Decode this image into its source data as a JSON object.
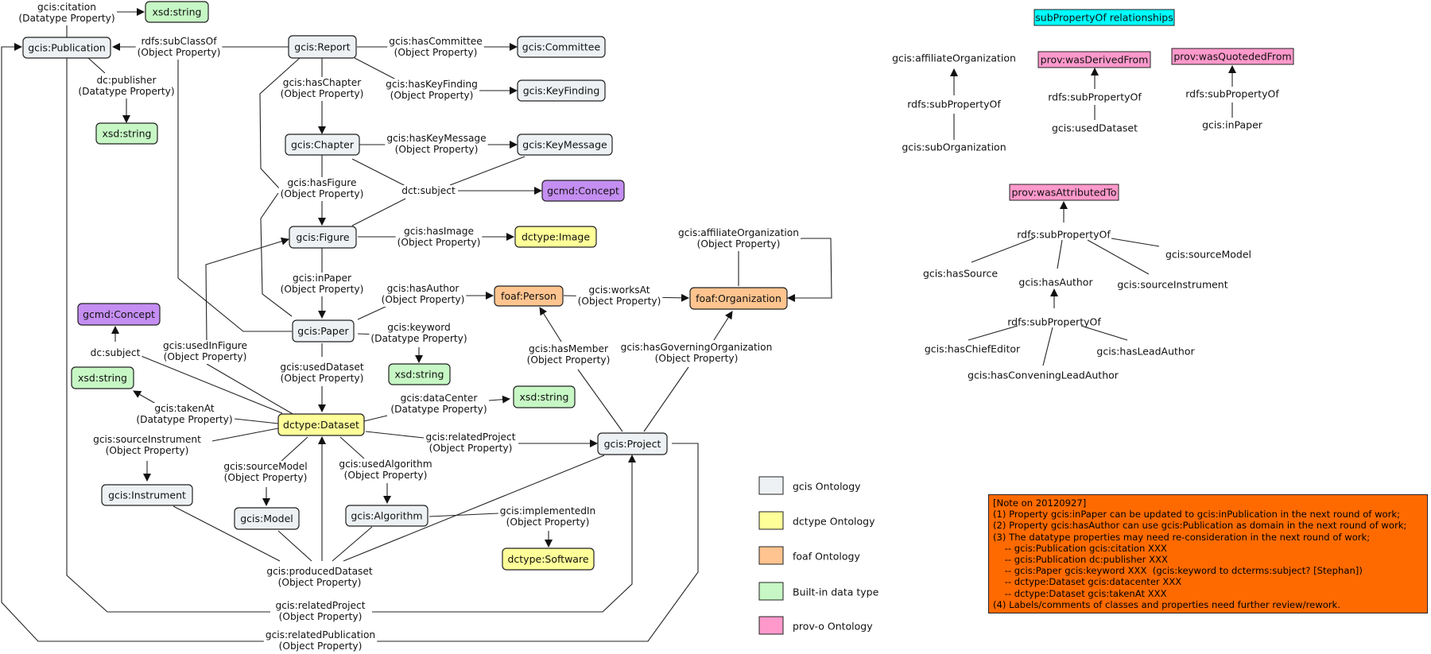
{
  "colors": {
    "gcis": "#edf1f3",
    "dctype": "#ffff99",
    "foaf": "#ffc48f",
    "builtin": "#c6f7c4",
    "prov": "#ff99cc",
    "gcmd": "#c58ef2",
    "header": "#00ffff",
    "note": "#ff6a00"
  },
  "nodes": {
    "xsd_string_top": "xsd:string",
    "publication": "gcis:Publication",
    "report": "gcis:Report",
    "committee": "gcis:Committee",
    "keyfinding": "gcis:KeyFinding",
    "xsd_string_pub": "xsd:string",
    "chapter": "gcis:Chapter",
    "keymessage": "gcis:KeyMessage",
    "gcmd_concept_main": "gcmd:Concept",
    "figure": "gcis:Figure",
    "image": "dctype:Image",
    "person": "foaf:Person",
    "organization": "foaf:Organization",
    "gcmd_concept_left": "gcmd:Concept",
    "paper": "gcis:Paper",
    "xsd_string_left": "xsd:string",
    "xsd_string_keyword": "xsd:string",
    "xsd_string_datacenter": "xsd:string",
    "dataset": "dctype:Dataset",
    "project": "gcis:Project",
    "instrument": "gcis:Instrument",
    "model": "gcis:Model",
    "algorithm": "gcis:Algorithm",
    "software": "dctype:Software"
  },
  "edge_labels": {
    "citation": [
      "gcis:citation",
      "(Datatype Property)"
    ],
    "subclassof": [
      "rdfs:subClassOf",
      "(Object Property)"
    ],
    "hascommittee": [
      "gcis:hasCommittee",
      "(Object Property)"
    ],
    "publisher": [
      "dc:publisher",
      "(Datatype Property)"
    ],
    "haschapter": [
      "gcis:hasChapter",
      "(Object Property)"
    ],
    "haskeyfinding": [
      "gcis:hasKeyFinding",
      "(Object Property)"
    ],
    "haskeymessage": [
      "gcis:hasKeyMessage",
      "(Object Property)"
    ],
    "hasfigure": [
      "gcis:hasFigure",
      "(Object Property)"
    ],
    "dctsubject": [
      "dct:subject"
    ],
    "hasimage": [
      "gcis:hasImage",
      "(Object Property)"
    ],
    "inpaper": [
      "gcis:inPaper",
      "(Object Property)"
    ],
    "hasauthor": [
      "gcis:hasAuthor",
      "(Object Property)"
    ],
    "worksat": [
      "gcis:worksAt",
      "(Object Property)"
    ],
    "affiliateorg": [
      "gcis:affiliateOrganization",
      "(Object Property)"
    ],
    "keyword": [
      "gcis:keyword",
      "(Datatype Property)"
    ],
    "hasmember": [
      "gcis:hasMember",
      "(Object Property)"
    ],
    "governingorg": [
      "gcis:hasGoverningOrganization",
      "(Object Property)"
    ],
    "dcsubject": [
      "dc:subject"
    ],
    "usedinfigure": [
      "gcis:usedInFigure",
      "(Object Property)"
    ],
    "useddataset": [
      "gcis:usedDataset",
      "(Object Property)"
    ],
    "datacenter": [
      "gcis:dataCenter",
      "(Datatype Property)"
    ],
    "takenat": [
      "gcis:takenAt",
      "(Datatype Property)"
    ],
    "sourceinstrument": [
      "gcis:sourceInstrument",
      "(Object Property)"
    ],
    "relatedproject_ds": [
      "gcis:relatedProject",
      "(Object Property)"
    ],
    "sourcemodel": [
      "gcis:sourceModel",
      "(Object Property)"
    ],
    "usedalgorithm": [
      "gcis:usedAlgorithm",
      "(Object Property)"
    ],
    "implementedin": [
      "gcis:implementedIn",
      "(Object Property)"
    ],
    "produceddataset": [
      "gcis:producedDataset",
      "(Object Property)"
    ],
    "relatedproject_pub": [
      "gcis:relatedProject",
      "(Object Property)"
    ],
    "relatedpublication": [
      "gcis:relatedPublication",
      "(Object Property)"
    ]
  },
  "legend": [
    {
      "label": "gcis Ontology",
      "color": "#edf1f3"
    },
    {
      "label": "dctype Ontology",
      "color": "#ffff99"
    },
    {
      "label": "foaf Ontology",
      "color": "#ffc48f"
    },
    {
      "label": "Built-in data type",
      "color": "#c6f7c4"
    },
    {
      "label": "prov-o Ontology",
      "color": "#ff99cc"
    }
  ],
  "subproperty": {
    "header": "subPropertyOf relationships",
    "affiliate_org": "gcis:affiliateOrganization",
    "sub_of_1": "rdfs:subPropertyOf",
    "sub_org": "gcis:subOrganization",
    "was_derived_from": "prov:wasDerivedFrom",
    "sub_of_2": "rdfs:subPropertyOf",
    "used_dataset": "gcis:usedDataset",
    "was_quoted_from": "prov:wasQuotededFrom",
    "sub_of_3": "rdfs:subPropertyOf",
    "in_paper": "gcis:inPaper",
    "was_attributed_to": "prov:wasAttributedTo",
    "sub_of_4": "rdfs:subPropertyOf",
    "has_source": "gcis:hasSource",
    "has_author": "gcis:hasAuthor",
    "source_model": "gcis:sourceModel",
    "source_instrument": "gcis:sourceInstrument",
    "sub_of_5": "rdfs:subPropertyOf",
    "has_chief_editor": "gcis:hasChiefEditor",
    "has_lead_author": "gcis:hasLeadAuthor",
    "has_convening_lead_author": "gcis:hasConveningLeadAuthor"
  },
  "note": {
    "lines": [
      "[Note on 20120927]",
      "(1) Property gcis:inPaper can be updated to gcis:inPublication in the next round of work;",
      "(2) Property gcis:hasAuthor can use gcis:Publication as domain in the next round of work;",
      "(3) The datatype properties may need re-consideration in the next round of work;",
      "    -- gcis:Publication gcis:citation XXX",
      "    -- gcis:Publication dc:publisher XXX",
      "    -- gcis:Paper gcis:keyword XXX  (gcis:keyword to dcterms:subject? [Stephan])",
      "    -- dctype:Dataset gcis:datacenter XXX",
      "    -- dctype:Dataset gcis:takenAt XXX",
      "(4) Labels/comments of classes and properties need further review/rework."
    ]
  }
}
